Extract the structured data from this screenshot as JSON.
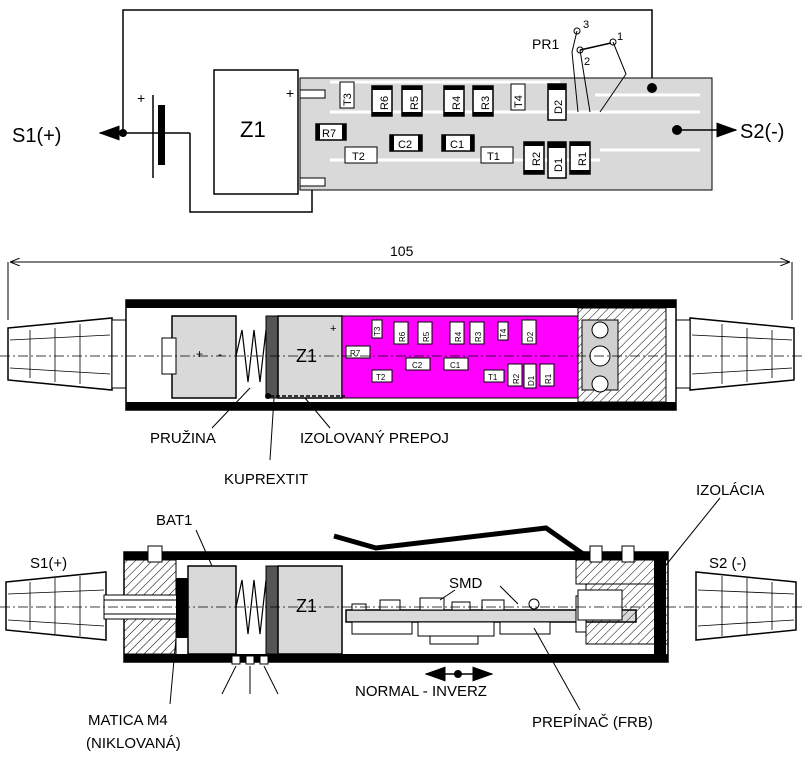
{
  "schematic": {
    "terminal_left": "S1(+)",
    "terminal_right": "S2(-)",
    "battery_plus": "+",
    "module": "Z1",
    "module_plus": "+",
    "switch": "PR1",
    "switch_pins": [
      "3",
      "2",
      "1"
    ],
    "components": {
      "T3": "T3",
      "R6": "R6",
      "R5": "R5",
      "R4": "R4",
      "R3": "R3",
      "T4": "T4",
      "D2": "D2",
      "R7": "R7",
      "C2": "C2",
      "C1": "C1",
      "T2": "T2",
      "T1": "T1",
      "R2": "R2",
      "D1": "D1",
      "R1": "R1"
    }
  },
  "top_view": {
    "dimension": "105",
    "plus1": "+",
    "minus1": "-",
    "module": "Z1",
    "module_plus": "+",
    "labels": {
      "spring": "PRUŽINA",
      "kuprextit": "KUPREXTIT",
      "insulated_link": "IZOLOVANÝ  PREPOJ"
    },
    "components": {
      "T3": "T3",
      "R6": "R6",
      "R5": "R5",
      "R4": "R4",
      "R3": "R3",
      "T4": "T4",
      "D2": "D2",
      "R7": "R7",
      "C2": "C2",
      "C1": "C1",
      "T2": "T2",
      "T1": "T1",
      "R2": "R2",
      "D1": "D1",
      "R1": "R1"
    }
  },
  "side_view": {
    "s1": "S1(+)",
    "s2": "S2 (-)",
    "bat": "BAT1",
    "module": "Z1",
    "smd": "SMD",
    "insulation": "IZOLÁCIA",
    "normal_inverz": "NORMAL  -  INVERZ",
    "switch_label": "PREPÍNAČ (FRB)",
    "nut_line1": "MATICA M4",
    "nut_line2": "(NIKLOVANÁ)"
  },
  "colors": {
    "pcb_gray": "#d8d8d8",
    "pcb_magenta": "#ff00ff",
    "hatch": "#000000"
  }
}
